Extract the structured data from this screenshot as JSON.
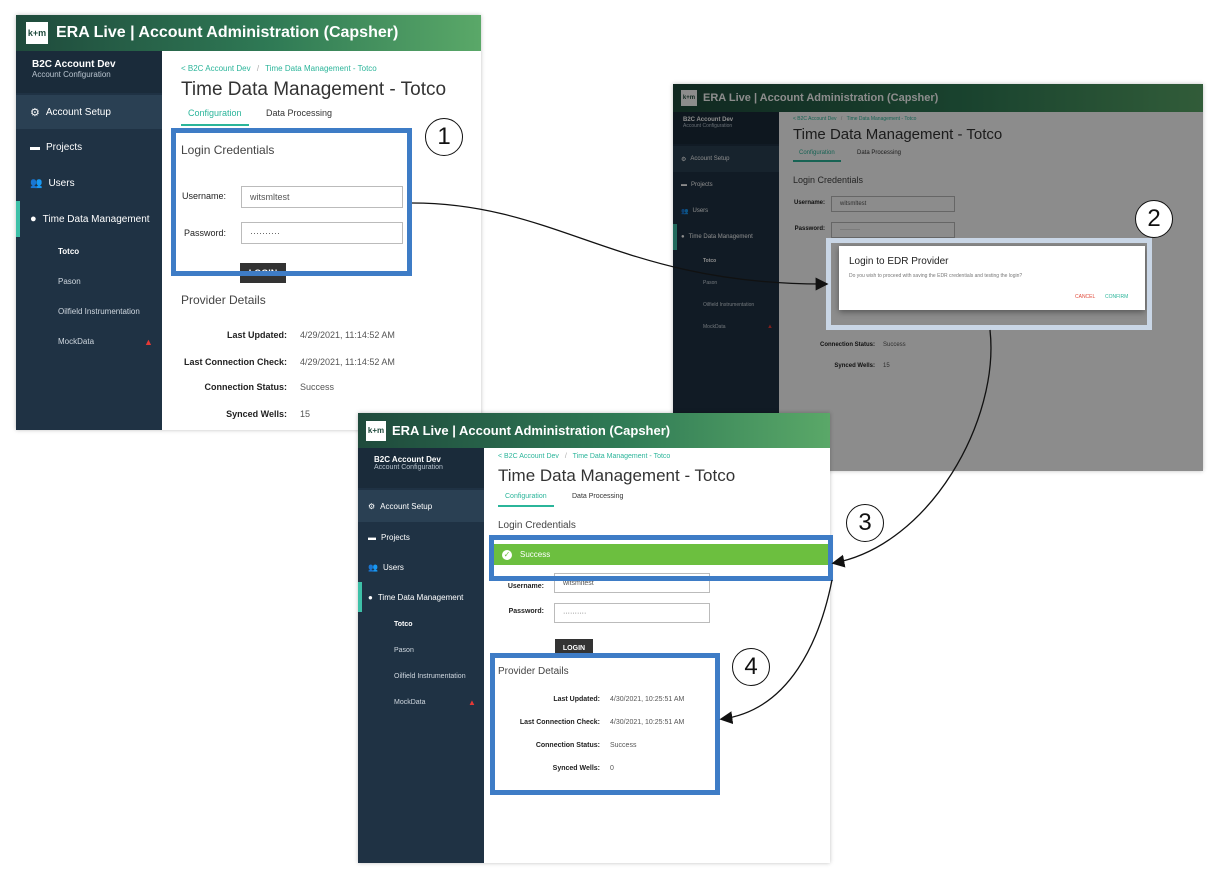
{
  "app": {
    "logo": "k+m",
    "title": "ERA Live | Account Administration (Capsher)"
  },
  "account": {
    "name": "B2C Account Dev",
    "subtitle": "Account Configuration"
  },
  "nav": {
    "account_setup": "Account Setup",
    "projects": "Projects",
    "users": "Users",
    "time_data": "Time Data Management",
    "sub_items": [
      "Totco",
      "Pason",
      "Oilfield Instrumentation",
      "MockData"
    ]
  },
  "breadcrumb": {
    "back": "< B2C Account Dev",
    "separator": "/",
    "current": "Time Data Management - Totco"
  },
  "page": {
    "title": "Time Data Management - Totco",
    "tab_configuration": "Configuration",
    "tab_processing": "Data Processing"
  },
  "credentials": {
    "heading": "Login Credentials",
    "username_label": "Username:",
    "username_value": "witsmltest",
    "password_label": "Password:",
    "password_value": "··········",
    "login_button": "LOGIN"
  },
  "provider": {
    "heading": "Provider Details",
    "last_updated_label": "Last Updated:",
    "last_check_label": "Last Connection Check:",
    "status_label": "Connection Status:",
    "wells_label": "Synced Wells:",
    "before": {
      "last_updated": "4/29/2021, 11:14:52 AM",
      "last_check": "4/29/2021, 11:14:52 AM",
      "status": "Success",
      "wells": "15"
    },
    "after": {
      "last_updated": "4/30/2021, 10:25:51 AM",
      "last_check": "4/30/2021, 10:25:51 AM",
      "status": "Success",
      "wells": "0"
    }
  },
  "dialog": {
    "title": "Login to EDR Provider",
    "message": "Do you wish to proceed with saving the EDR credentials and testing the login?",
    "cancel": "CANCEL",
    "confirm": "CONFIRM"
  },
  "success_banner": "Success",
  "steps": [
    "1",
    "2",
    "3",
    "4"
  ],
  "colors": {
    "accent": "#2bb59a",
    "highlight": "#3e7cc6",
    "sidebar": "#1f3244",
    "success": "#6cbf3f",
    "warning": "#e53935"
  }
}
